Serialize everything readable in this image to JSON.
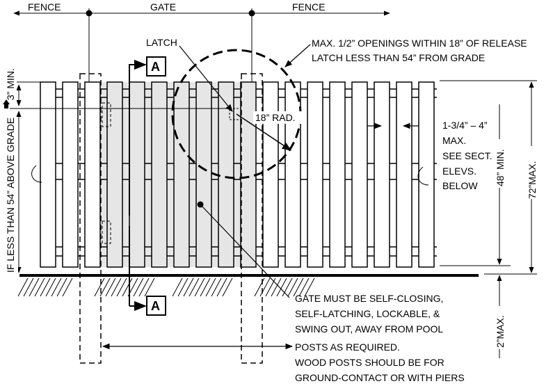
{
  "labels": {
    "fence_left": "FENCE",
    "gate": "GATE",
    "fence_right": "FENCE",
    "latch": "LATCH",
    "section_marker": "A",
    "opening_note_line1": "MAX. 1/2” OPENINGS WITHIN 18” OF RELEASE",
    "opening_note_line2": "LATCH LESS THAN 54” FROM GRADE",
    "radius": "18” RAD.",
    "spacing_line1": "1-3/4” – 4”",
    "spacing_line2": "MAX.",
    "spacing_line3": "SEE SECT.-",
    "spacing_line4": "ELEVS.",
    "spacing_line5": "BELOW",
    "height_min": "48” MIN.",
    "height_max": "72”MAX.",
    "clearance": "2”MAX.",
    "left_vertical": "IF LESS THAN 54” ABOVE GRADE",
    "top_min": "3” MIN.",
    "gate_note_line1": "GATE MUST BE SELF-CLOSING,",
    "gate_note_line2": "SELF-LATCHING, LOCKABLE, &",
    "gate_note_line3": "SWING OUT, AWAY FROM POOL",
    "posts_note_line1": "POSTS AS REQUIRED.",
    "posts_note_line2": "WOOD POSTS SHOULD BE FOR",
    "posts_note_line3": "GROUND-CONTACT OR WITH PIERS"
  },
  "colors": {
    "ink": "#000000",
    "gate_fill": "#e6e6e6",
    "background": "#ffffff"
  }
}
